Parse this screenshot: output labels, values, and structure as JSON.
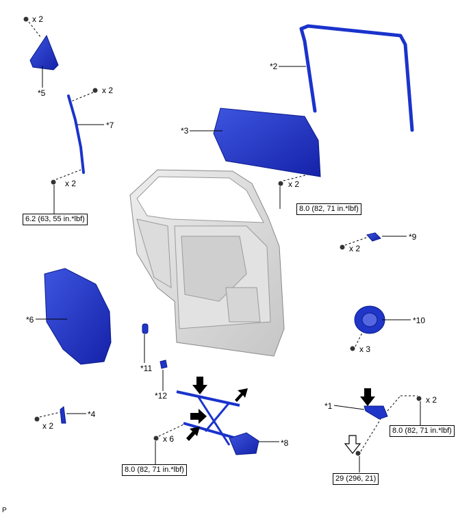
{
  "parts": [
    {
      "id": "p1",
      "label": "*1"
    },
    {
      "id": "p2",
      "label": "*2"
    },
    {
      "id": "p3",
      "label": "*3"
    },
    {
      "id": "p4",
      "label": "*4"
    },
    {
      "id": "p5",
      "label": "*5"
    },
    {
      "id": "p6",
      "label": "*6"
    },
    {
      "id": "p7",
      "label": "*7"
    },
    {
      "id": "p8",
      "label": "*8"
    },
    {
      "id": "p9",
      "label": "*9"
    },
    {
      "id": "p10",
      "label": "*10"
    },
    {
      "id": "p11",
      "label": "*11"
    },
    {
      "id": "p12",
      "label": "*12"
    }
  ],
  "quantities": {
    "q_p5": "x 2",
    "q_p7_top": "x 2",
    "q_p7_bot": "x 2",
    "q_p3": "x 2",
    "q_p9": "x 2",
    "q_p10": "x 3",
    "q_p4": "x 2",
    "q_p8": "x 6",
    "q_p1": "x 2"
  },
  "torques": {
    "t_p7": "6.2 (63, 55 in.*lbf)",
    "t_p3": "8.0 (82, 71 in.*lbf)",
    "t_p8": "8.0 (82, 71 in.*lbf)",
    "t_p1a": "8.0 (82, 71 in.*lbf)",
    "t_p1b": "29 (296, 21)"
  },
  "footer": "P",
  "colors": {
    "part": "#1a33cc",
    "part_dark": "#0a1a8a",
    "door": "#d8d8d8",
    "door_line": "#888888"
  }
}
